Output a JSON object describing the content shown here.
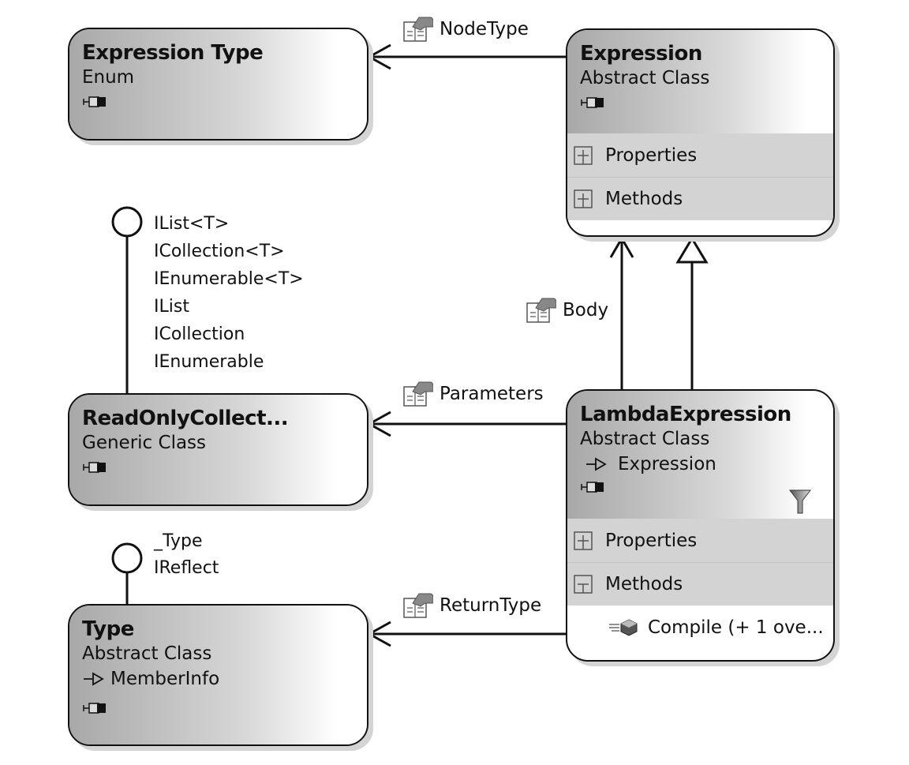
{
  "diagram": {
    "shapes": {
      "expression_type": {
        "name": "Expression Type",
        "kind": "Enum"
      },
      "expression": {
        "name": "Expression",
        "kind": "Abstract Class",
        "compartments": [
          {
            "label": "Properties",
            "state": "collapsed"
          },
          {
            "label": "Methods",
            "state": "collapsed"
          }
        ]
      },
      "read_only_collection": {
        "name": "ReadOnlyCollect...",
        "kind": "Generic Class"
      },
      "lambda_expression": {
        "name": "LambdaExpression",
        "kind": "Abstract Class",
        "base_type": "Expression",
        "compartments": [
          {
            "label": "Properties",
            "state": "collapsed"
          },
          {
            "label": "Methods",
            "state": "expanded"
          }
        ],
        "members": [
          {
            "label": "Compile (+ 1 ove...",
            "icon": "method-icon"
          }
        ]
      },
      "type": {
        "name": "Type",
        "kind": "Abstract Class",
        "base_type": "MemberInfo"
      }
    },
    "associations": {
      "node_type": "NodeType",
      "body": "Body",
      "parameters": "Parameters",
      "return_type": "ReturnType"
    },
    "interfaces": {
      "read_only_collection": [
        "IList<T>",
        "ICollection<T>",
        "IEnumerable<T>",
        "IList",
        "ICollection",
        "IEnumerable"
      ],
      "type": [
        "_Type",
        "IReflect"
      ]
    }
  }
}
